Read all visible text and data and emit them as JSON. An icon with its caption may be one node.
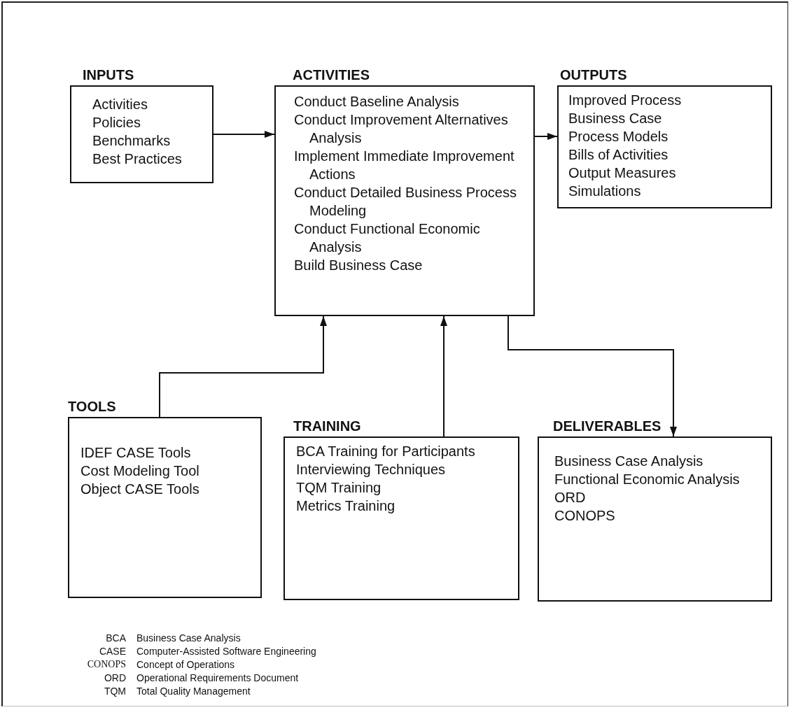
{
  "diagram": {
    "nodes": [
      {
        "text": [
          "INPUTS",
          "Activities",
          "Policies",
          "Benchmarks",
          "Best Practices"
        ]
      },
      {
        "text": [
          "ACTIVITIES",
          "Conduct Baseline Analysis",
          "Conduct Improvement Alternatives Analysis",
          "Implement Immediate Improvement Actions",
          "Conduct Detailed Business Process Modeling",
          "Conduct Functional Economic Analysis",
          "Build Business Case"
        ]
      },
      {
        "text": [
          "OUTPUTS",
          "Improved Process",
          "Business Case",
          "Process Models",
          "Bills of Activities",
          "Output Measures",
          "Simulations"
        ]
      },
      {
        "text": [
          "TOOLS",
          "IDEF CASE Tools",
          "Cost Modeling Tool",
          "Object CASE Tools"
        ]
      },
      {
        "text": [
          "TRAINING",
          "BCA Training for Participants",
          "Interviewing Techniques",
          "TQM Training",
          "Metrics Training"
        ]
      },
      {
        "text": [
          "DELIVERABLES",
          "Business Case Analysis",
          "Functional Economic Analysis",
          "ORD",
          "CONOPS"
        ]
      }
    ],
    "edges": [
      {
        "from": 0,
        "to": 1,
        "arrow": "to"
      },
      {
        "from": 1,
        "to": 2,
        "arrow": "to"
      },
      {
        "from": 3,
        "to": 1,
        "arrow": "to"
      },
      {
        "from": 4,
        "to": 1,
        "arrow": "to"
      },
      {
        "from": 1,
        "to": 5,
        "arrow": "to"
      }
    ],
    "labels": [
      "BCA",
      "Business Case Analysis",
      "CASE",
      "Computer-Assisted Software Engineering",
      "CONOPS",
      "Concept of Operations",
      "ORD",
      "Operational Requirements Document",
      "TQM",
      "Total Quality Management"
    ]
  }
}
